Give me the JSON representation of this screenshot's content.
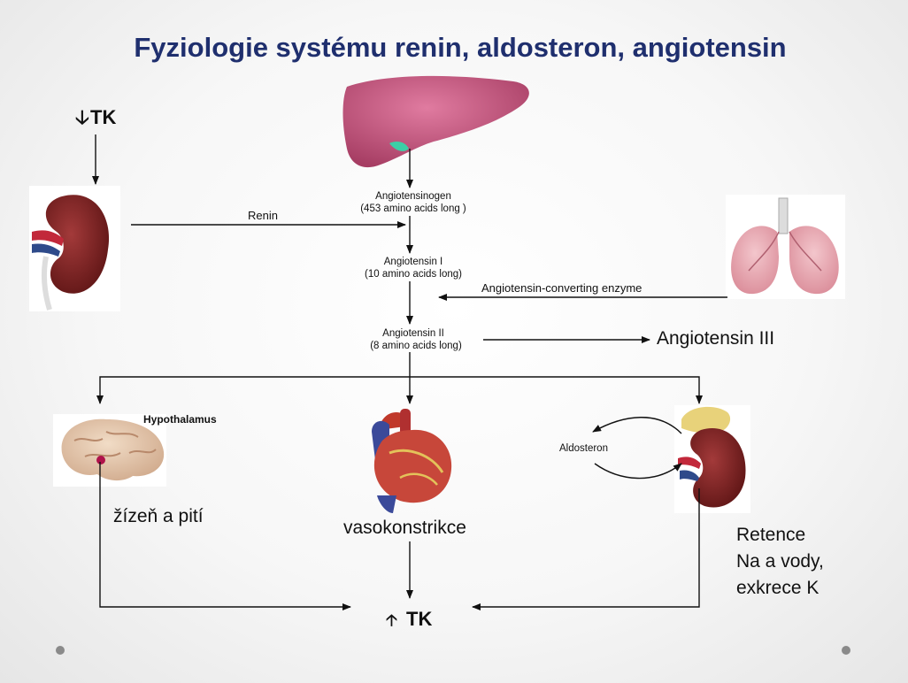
{
  "title": "Fyziologie systému renin, aldosteron, angiotensin",
  "top_left": {
    "arrow_glyph": "🡣",
    "label": "TK"
  },
  "renin_label": "Renin",
  "angiotensinogen": {
    "name": "Angiotensinogen",
    "detail": "(453 amino acids long )"
  },
  "angiotensin_1": {
    "name": "Angiotensin I",
    "detail": "(10 amino acids long)"
  },
  "ace_label": "Angiotensin-converting enzyme",
  "angiotensin_2": {
    "name": "Angiotensin II",
    "detail": "(8 amino acids long)"
  },
  "angiotensin_3": "Angiotensin III",
  "hypothalamus_label": "Hypothalamus",
  "aldosteron_label": "Aldosteron",
  "thirst_label": "žízeň a pití",
  "vasoconstriction_label": "vasokonstrikce",
  "retention": {
    "line1": "Retence",
    "line2": "Na  a vody,",
    "line3": "exkrece  K"
  },
  "bottom": {
    "arrow_glyph": "🡡",
    "label": "TK"
  },
  "colors": {
    "title": "#1f2f6e",
    "liver": "#c9557a",
    "kidney": "#7a1f1f",
    "lung": "#e7a8b0",
    "adrenal": "#e8d27a",
    "heart": "#c0392b"
  }
}
